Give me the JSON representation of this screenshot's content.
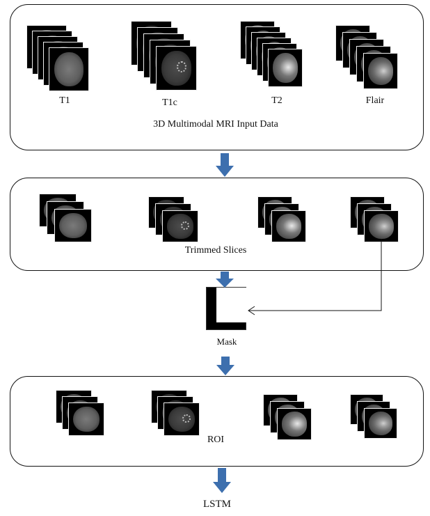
{
  "panel1": {
    "title": "3D Multimodal MRI Input Data",
    "modalities": [
      "T1",
      "T1c",
      "T2",
      "Flair"
    ]
  },
  "panel2": {
    "title": "Trimmed Slices"
  },
  "mask": {
    "label": "Mask"
  },
  "panel3": {
    "title": "ROI"
  },
  "output": {
    "label": "LSTM"
  },
  "colors": {
    "arrow": "#3d6fae",
    "border": "#111111"
  }
}
